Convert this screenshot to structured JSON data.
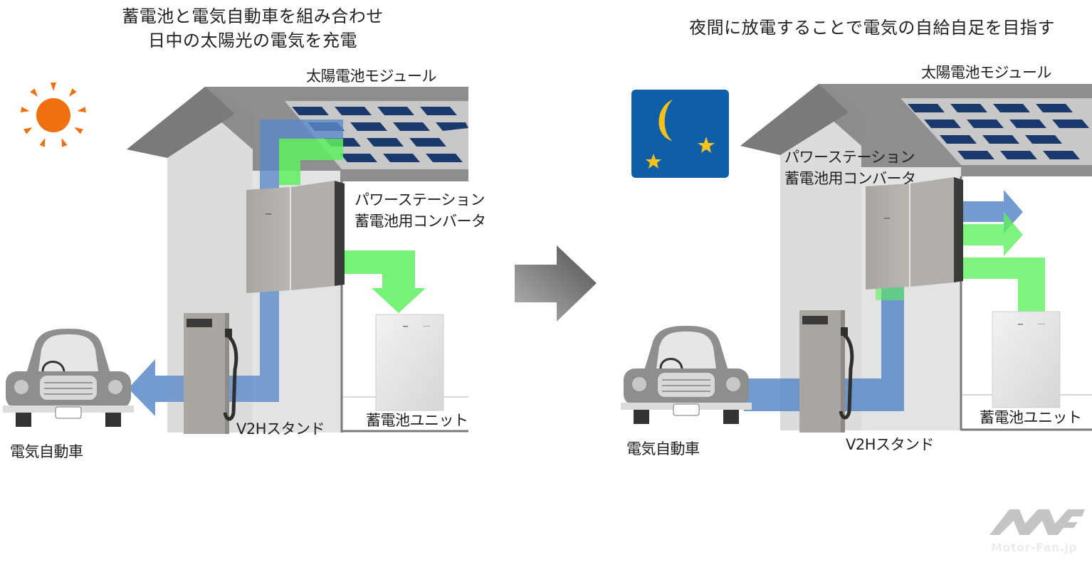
{
  "left_panel": {
    "title_line1": "蓄電池と電気自動車を組み合わせ",
    "title_line2": "日中の太陽光の電気を充電",
    "label_solar_module": "太陽電池モジュール",
    "label_power_station_line1": "パワーステーション",
    "label_power_station_line2": "蓄電池用コンバータ",
    "label_v2h_stand": "V2Hスタンド",
    "label_battery_unit": "蓄電池ユニット",
    "label_ev": "電気自動車",
    "sky_icon": "sun-icon"
  },
  "right_panel": {
    "title": "夜間に放電することで電気の自給自足を目指す",
    "label_solar_module": "太陽電池モジュール",
    "label_power_station_line1": "パワーステーション",
    "label_power_station_line2": "蓄電池用コンバータ",
    "label_v2h_stand": "V2Hスタンド",
    "label_battery_unit": "蓄電池ユニット",
    "label_ev": "電気自動車",
    "sky_icon": "moon-stars-icon"
  },
  "transition_icon": "arrow-right-icon",
  "watermark": {
    "logo": "mf-logo-icon",
    "text": "Motor-Fan.jp"
  },
  "colors": {
    "flow_blue": "#5b8ac8",
    "flow_green": "#5ef05e",
    "sun_orange": "#f07010",
    "night_blue": "#0e5ea8",
    "moon_yellow": "#f6c21a",
    "roof_gray": "#8c8c8c",
    "wall_gray": "#dcdcdc",
    "panel_navy": "#1a3a6e"
  }
}
